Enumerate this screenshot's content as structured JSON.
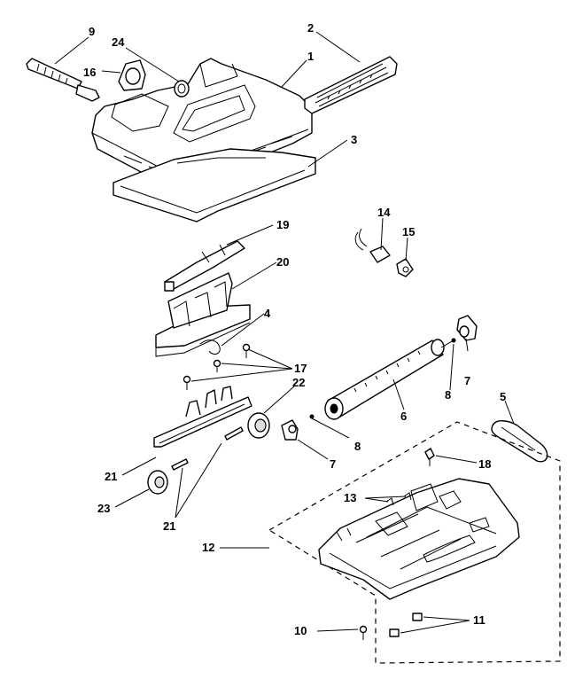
{
  "callouts": [
    {
      "id": "c1",
      "text": "1"
    },
    {
      "id": "c2",
      "text": "2"
    },
    {
      "id": "c3",
      "text": "3"
    },
    {
      "id": "c4",
      "text": "4"
    },
    {
      "id": "c5",
      "text": "5"
    },
    {
      "id": "c6",
      "text": "6"
    },
    {
      "id": "c7a",
      "text": "7"
    },
    {
      "id": "c7b",
      "text": "7"
    },
    {
      "id": "c8a",
      "text": "8"
    },
    {
      "id": "c8b",
      "text": "8"
    },
    {
      "id": "c9",
      "text": "9"
    },
    {
      "id": "c10",
      "text": "10"
    },
    {
      "id": "c11",
      "text": "11"
    },
    {
      "id": "c12",
      "text": "12"
    },
    {
      "id": "c13",
      "text": "13"
    },
    {
      "id": "c14",
      "text": "14"
    },
    {
      "id": "c15",
      "text": "15"
    },
    {
      "id": "c16",
      "text": "16"
    },
    {
      "id": "c17",
      "text": "17"
    },
    {
      "id": "c18",
      "text": "18"
    },
    {
      "id": "c19",
      "text": "19"
    },
    {
      "id": "c20",
      "text": "20"
    },
    {
      "id": "c21a",
      "text": "21"
    },
    {
      "id": "c21b",
      "text": "21"
    },
    {
      "id": "c22",
      "text": "22"
    },
    {
      "id": "c23",
      "text": "23"
    },
    {
      "id": "c24",
      "text": "24"
    }
  ]
}
